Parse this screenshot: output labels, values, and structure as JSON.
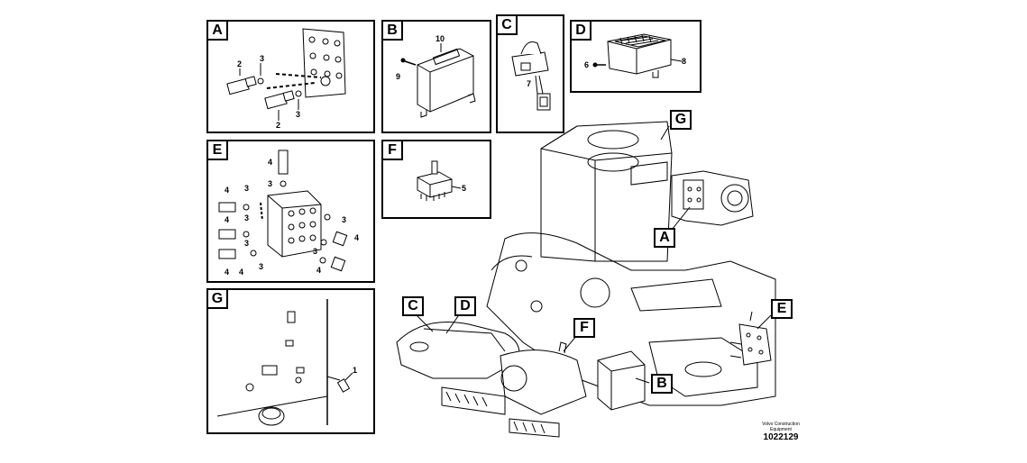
{
  "panels": {
    "A": {
      "letter": "A",
      "labels": [
        "2",
        "3",
        "3",
        "2"
      ]
    },
    "B": {
      "letter": "B",
      "labels": [
        "10",
        "9"
      ]
    },
    "C": {
      "letter": "C",
      "labels": [
        "7"
      ]
    },
    "D": {
      "letter": "D",
      "labels": [
        "6",
        "8"
      ]
    },
    "E": {
      "letter": "E",
      "labels": [
        "4",
        "3",
        "4",
        "3",
        "4",
        "3",
        "4",
        "3",
        "3",
        "4",
        "3",
        "4",
        "3",
        "4"
      ]
    },
    "F": {
      "letter": "F",
      "labels": [
        "5"
      ]
    },
    "G": {
      "letter": "G",
      "labels": [
        "1"
      ]
    }
  },
  "main": {
    "callouts": {
      "G": "G",
      "A": "A",
      "C": "C",
      "D": "D",
      "F": "F",
      "E": "E",
      "B": "B"
    }
  },
  "footer": {
    "line1": "Volvo Construction",
    "line2": "Equipment",
    "drawing_number": "1022129"
  }
}
